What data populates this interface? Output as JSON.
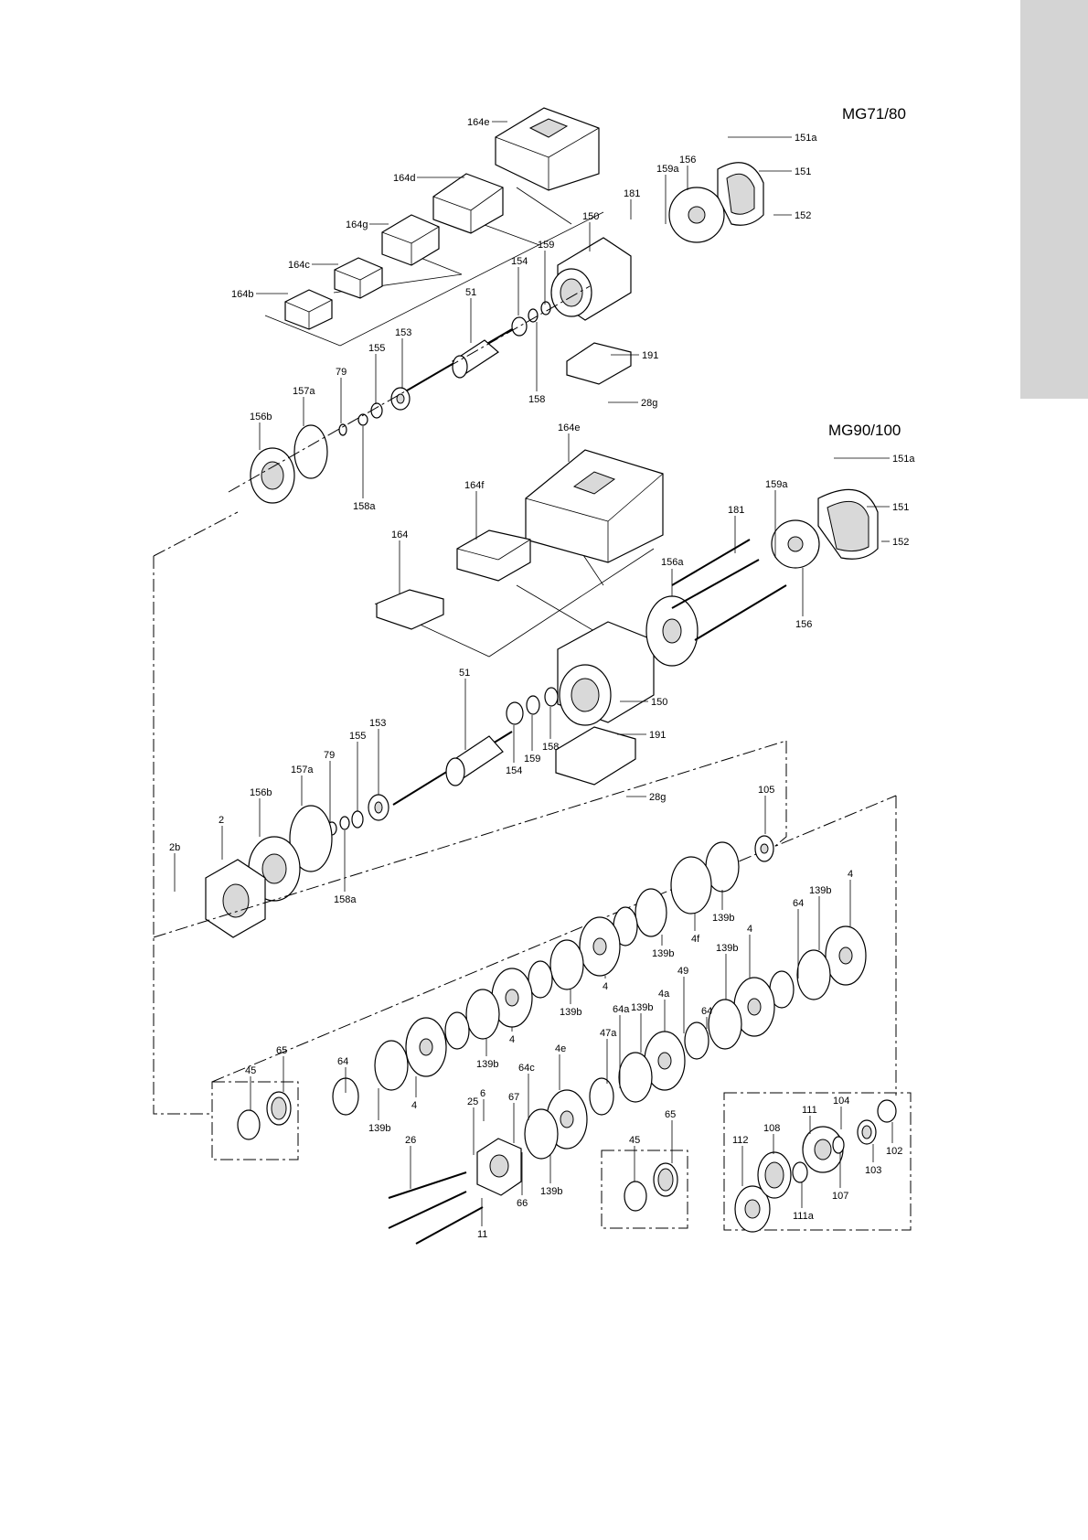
{
  "sections": [
    {
      "title": "MG71/80"
    },
    {
      "title": "MG90/100"
    }
  ],
  "labels": {
    "l164e_a": "164e",
    "l164d": "164d",
    "l164g": "164g",
    "l164c": "164c",
    "l164b": "164b",
    "l181_a": "181",
    "l150_a": "150",
    "l159a_a": "159a",
    "l156_a": "156",
    "l151a_a": "151a",
    "l151_a": "151",
    "l152_a": "152",
    "l159_a": "159",
    "l154_a": "154",
    "l51_a": "51",
    "l153_a": "153",
    "l155_a": "155",
    "l79_a": "79",
    "l157a_a": "157a",
    "l156b_a": "156b",
    "l158a_a": "158a",
    "l158_a": "158",
    "l191_a": "191",
    "l28g_a": "28g",
    "l164e_b": "164e",
    "l164f": "164f",
    "l164": "164",
    "l151a_b": "151a",
    "l159a_b": "159a",
    "l181_b": "181",
    "l151_b": "151",
    "l152_b": "152",
    "l156a": "156a",
    "l156_b": "156",
    "l150_b": "150",
    "l51_b": "51",
    "l153_b": "153",
    "l155_b": "155",
    "l79_b": "79",
    "l157a_b": "157a",
    "l156b_b": "156b",
    "l2": "2",
    "l2b": "2b",
    "l158a_b": "158a",
    "l154_b": "154",
    "l159_b": "159",
    "l158_b": "158",
    "l191_b": "191",
    "l28g_b": "28g",
    "l105": "105",
    "l139b_1": "139b",
    "l4f": "4f",
    "l139b_2": "139b",
    "l4_1": "4",
    "l139b_3": "139b",
    "l4_2": "4",
    "l139b_4": "139b",
    "l4_3": "4",
    "l64_1": "64",
    "l139b_5": "139b",
    "l45_1": "45",
    "l65_1": "65",
    "l139b_6": "139b",
    "l4_4": "4",
    "l4_5": "4",
    "l64_2": "64",
    "l139b_7": "139b",
    "l49": "49",
    "l4a": "4a",
    "l139b_8": "139b",
    "l64a": "64a",
    "l47a": "47a",
    "l4e": "4e",
    "l64c": "64c",
    "l67": "67",
    "l6": "6",
    "l25": "25",
    "l26": "26",
    "l66": "66",
    "l11": "11",
    "l139b_9": "139b",
    "l45_2": "45",
    "l65_2": "65",
    "l64_3": "64",
    "l104": "104",
    "l111": "111",
    "l108": "108",
    "l112": "112",
    "l111a": "111a",
    "l107": "107",
    "l103": "103",
    "l102": "102"
  }
}
